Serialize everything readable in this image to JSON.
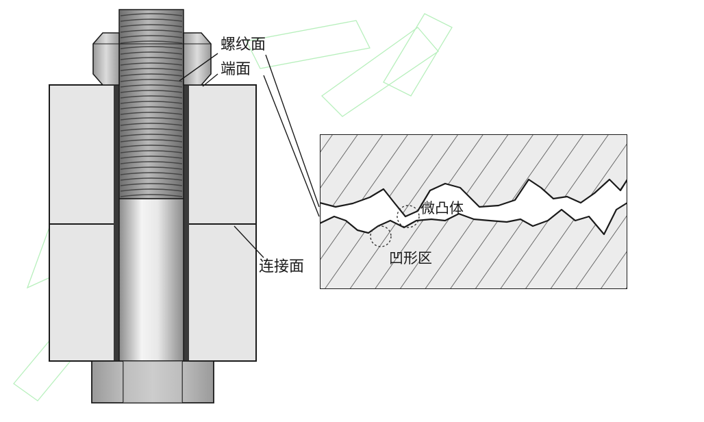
{
  "labels": {
    "thread_surface": "螺纹面",
    "end_face": "端面",
    "joint_surface": "连接面",
    "asperity": "微凸体",
    "valley": "凹形区"
  },
  "colors": {
    "plate": "#e6e6e6",
    "outline": "#1a1a1a",
    "bolt_light": "#f2f2f2",
    "bolt_dark": "#7a7a7a",
    "thread": "#8a8a8a",
    "hatch": "#555555",
    "watermark": "#9ee89e"
  },
  "icons": {
    "bolt": "bolt-with-nut-cross-section",
    "contact": "rough-surface-contact-hatched"
  }
}
